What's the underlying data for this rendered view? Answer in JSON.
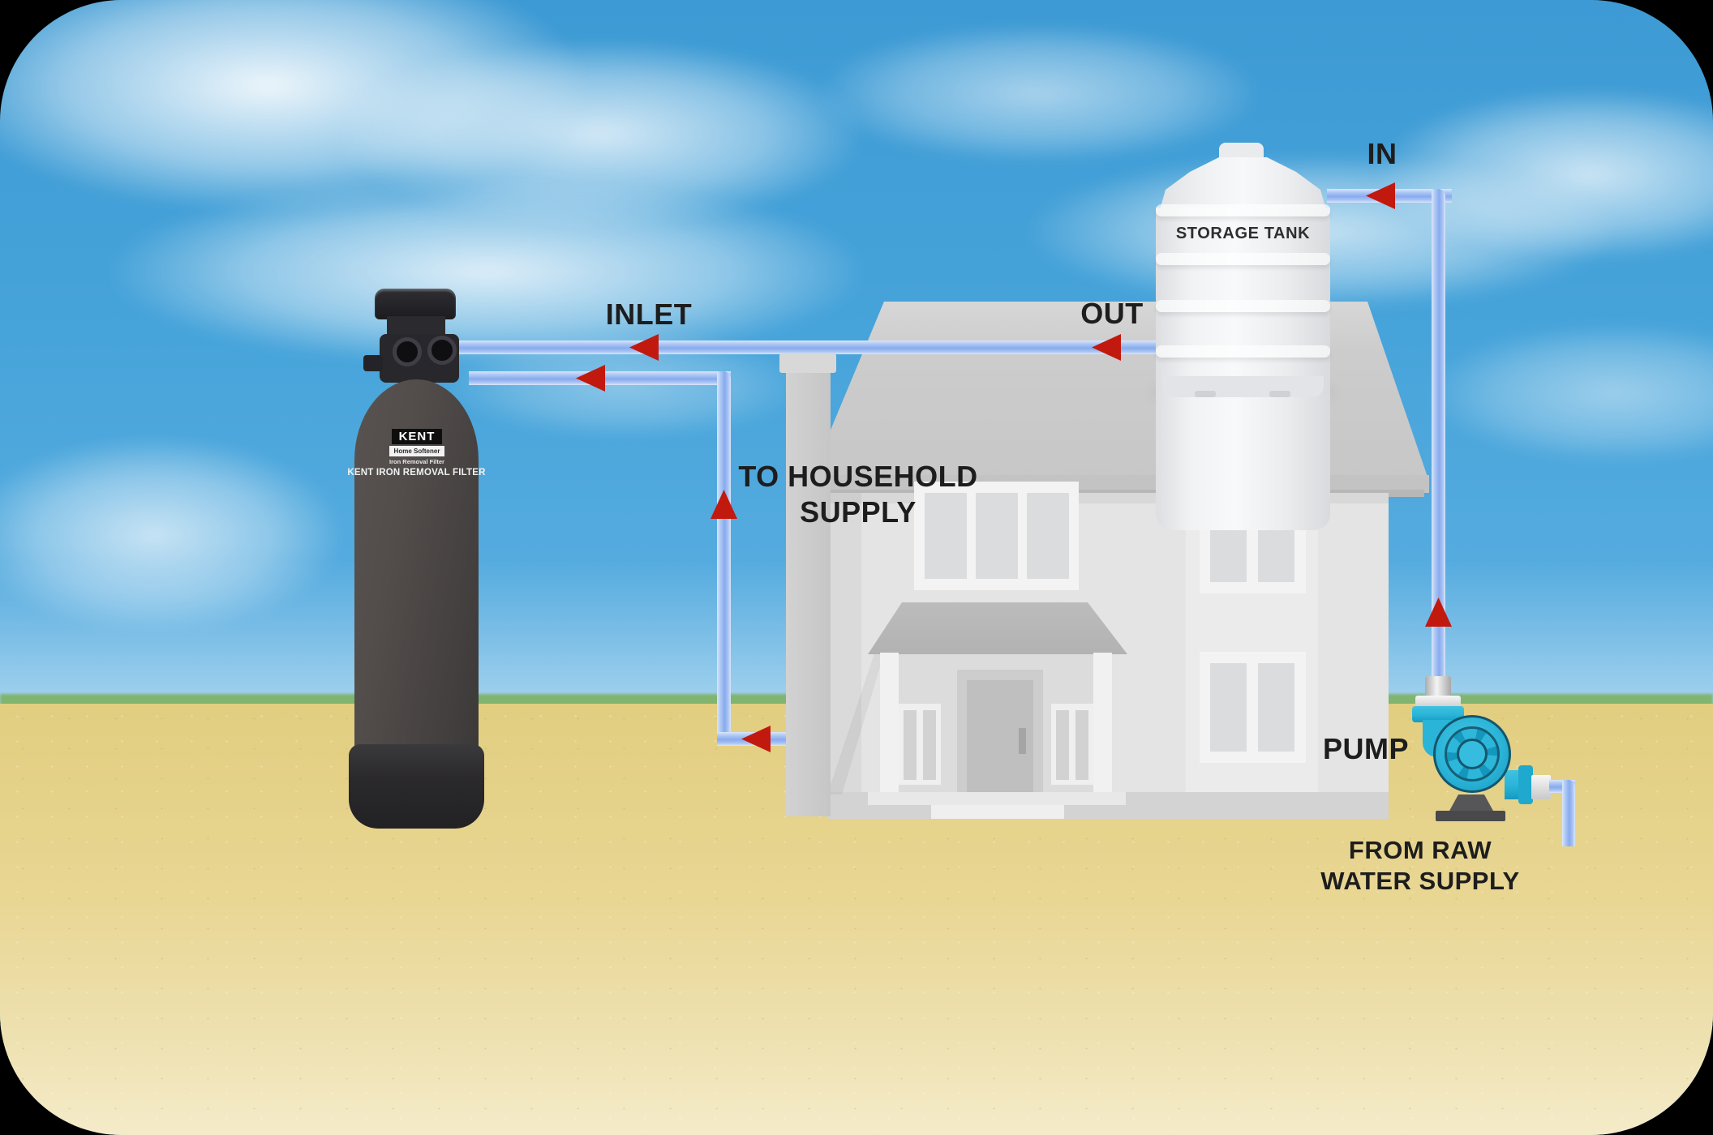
{
  "diagram": {
    "labels": {
      "inlet": "INLET",
      "out": "OUT",
      "in": "IN",
      "pump": "PUMP",
      "to_household": [
        "TO HOUSEHOLD",
        "SUPPLY"
      ],
      "from_raw": [
        "FROM RAW",
        "WATER SUPPLY"
      ],
      "storage_tank": "STORAGE TANK"
    },
    "filter_unit": {
      "brand": "KENT",
      "badge_line": "Home Softener",
      "badge_sub": "Iron Removal Filter",
      "caption": "KENT IRON REMOVAL FILTER"
    },
    "colors": {
      "sky": "#47a4da",
      "sand": "#e6d28a",
      "grass": "#7eb161",
      "pipe": "#8fb0ee",
      "arrow_red": "#c2190f",
      "pump_cyan": "#29b5da",
      "roof_gray": "#cccccc",
      "wall_gray": "#e4e4e4",
      "label_text": "#1d1d1d"
    }
  }
}
